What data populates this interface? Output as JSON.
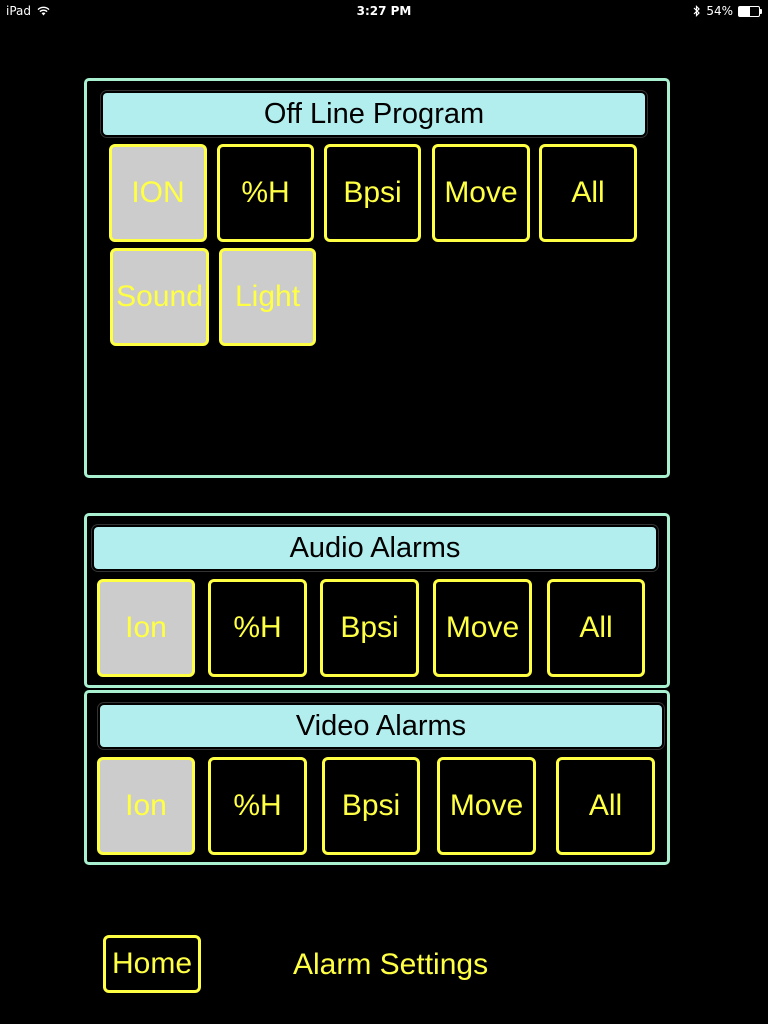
{
  "status_bar": {
    "device": "iPad",
    "time": "3:27 PM",
    "battery": "54%",
    "battery_level": 0.54,
    "wifi_icon": "wifi-icon",
    "bluetooth_icon": "bluetooth-icon"
  },
  "offline_program": {
    "title": "Off Line Program",
    "buttons": [
      {
        "label": "ION",
        "active": true
      },
      {
        "label": "%H",
        "active": false
      },
      {
        "label": "Bpsi",
        "active": false
      },
      {
        "label": "Move",
        "active": false
      },
      {
        "label": "All",
        "active": false
      },
      {
        "label": "Sound",
        "active": true
      },
      {
        "label": "Light",
        "active": true
      }
    ]
  },
  "audio_alarms": {
    "title": "Audio Alarms",
    "buttons": [
      {
        "label": "Ion",
        "active": true
      },
      {
        "label": "%H",
        "active": false
      },
      {
        "label": "Bpsi",
        "active": false
      },
      {
        "label": "Move",
        "active": false
      },
      {
        "label": "All",
        "active": false
      }
    ]
  },
  "video_alarms": {
    "title": "Video Alarms",
    "buttons": [
      {
        "label": "Ion",
        "active": true
      },
      {
        "label": "%H",
        "active": false
      },
      {
        "label": "Bpsi",
        "active": false
      },
      {
        "label": "Move",
        "active": false
      },
      {
        "label": "All",
        "active": false
      }
    ]
  },
  "footer": {
    "home_label": "Home",
    "screen_title": "Alarm Settings"
  },
  "colors": {
    "background": "#000000",
    "panel_border": "#a8f0d0",
    "title_bar": "#b2eeee",
    "button_border": "#ffff44",
    "button_text": "#ffff44",
    "button_active_fill": "#cccccc"
  }
}
